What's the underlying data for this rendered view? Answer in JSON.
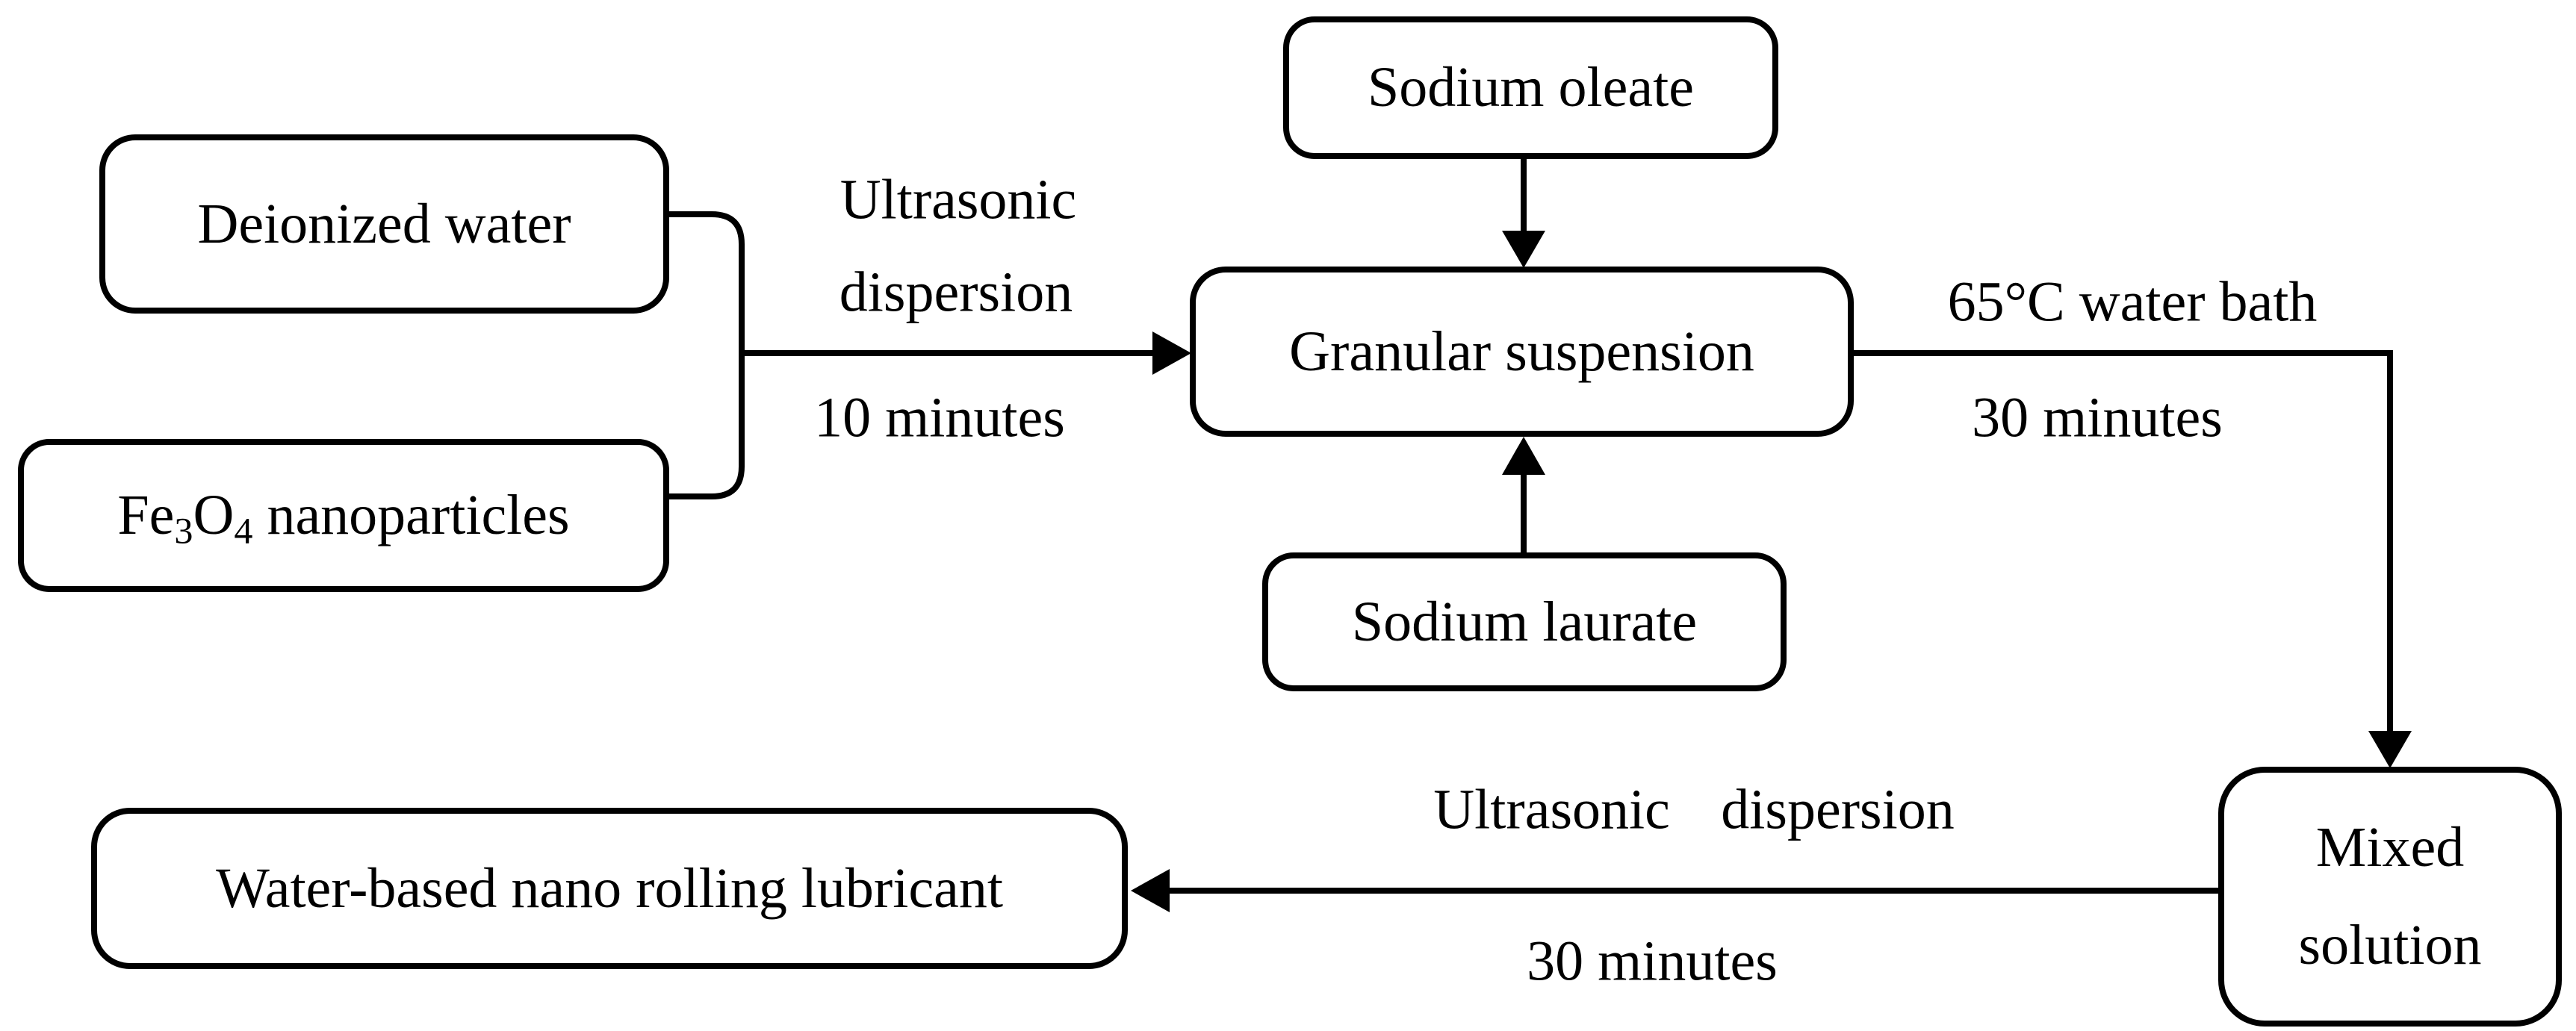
{
  "diagram": {
    "type": "flowchart",
    "colors": {
      "line": "#000000",
      "box_fill": "#ffffff",
      "text": "#000000"
    },
    "nodes": {
      "deionized_water": {
        "label": "Deionized water"
      },
      "fe3o4_nanoparticles": {
        "formula_base": "Fe",
        "formula_sub1": "3",
        "formula_mid": "O",
        "formula_sub2": "4",
        "suffix": " nanoparticles"
      },
      "sodium_oleate": {
        "label": "Sodium oleate"
      },
      "granular_suspension": {
        "label": "Granular suspension"
      },
      "sodium_laurate": {
        "label": "Sodium laurate"
      },
      "mixed_solution": {
        "line1": "Mixed",
        "line2": "solution"
      },
      "lubricant": {
        "label": "Water-based nano rolling lubricant"
      }
    },
    "edges": {
      "mix_dispersion": {
        "line1": "Ultrasonic",
        "line2": "dispersion",
        "duration": "10 minutes"
      },
      "water_bath": {
        "condition": "65°C water bath",
        "duration": "30 minutes"
      },
      "final_dispersion": {
        "condition": "Ultrasonic dispersion",
        "duration": "30 minutes"
      }
    }
  }
}
